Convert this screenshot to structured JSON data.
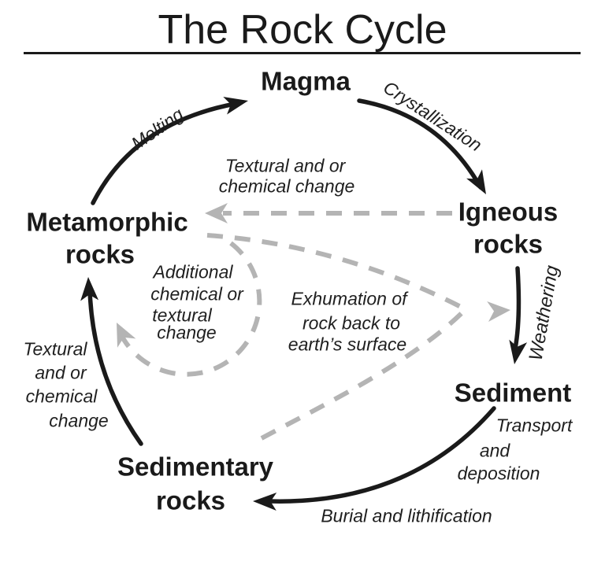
{
  "title": "The Rock Cycle",
  "nodes": {
    "magma": "Magma",
    "igneous": {
      "line1": "Igneous",
      "line2": "rocks"
    },
    "sediment": "Sediment",
    "sedimentary": {
      "line1": "Sedimentary",
      "line2": "rocks"
    },
    "metamorphic": {
      "line1": "Metamorphic",
      "line2": "rocks"
    }
  },
  "process_labels": {
    "melting": "Melting",
    "crystallization": "Crystallization",
    "weathering": "Weathering",
    "burial": "Burial and lithification",
    "transport": {
      "line1": "Transport",
      "line2": "and",
      "line3": "deposition"
    },
    "textural_top": {
      "line1": "Textural and or",
      "line2": "chemical change"
    },
    "textural_left": {
      "line1": "Textural",
      "line2": "and or",
      "line3": "chemical",
      "line4": "change"
    },
    "additional": {
      "line1": "Additional",
      "line2": "chemical or",
      "line3": "textural",
      "line4": "change"
    },
    "exhumation": {
      "line1": "Exhumation of",
      "line2": "rock back to",
      "line3": "earth’s surface"
    }
  },
  "colors": {
    "ink": "#1a1a1a",
    "dashed_gray": "#b4b4b4",
    "background": "#ffffff"
  }
}
